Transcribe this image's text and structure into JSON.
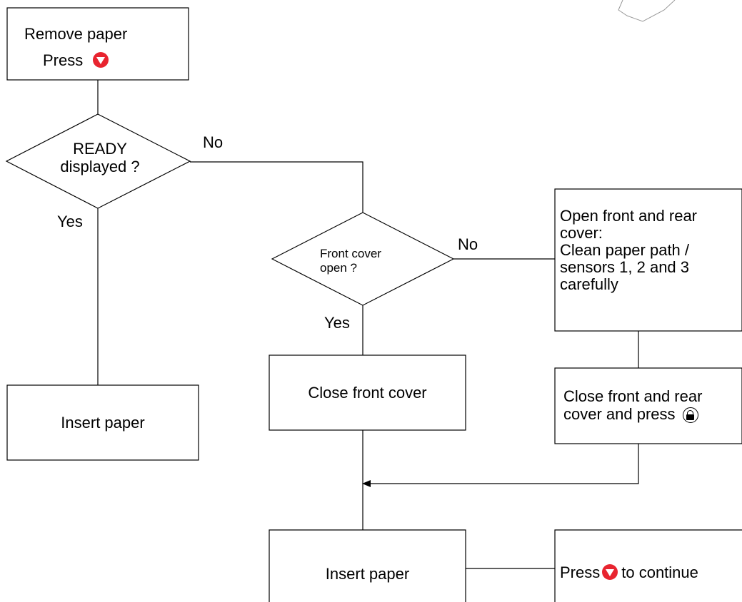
{
  "steps": {
    "remove_paper": {
      "line1": "Remove paper",
      "line2": "Press"
    },
    "ready_displayed": {
      "line1": "READY",
      "line2": "displayed ?"
    },
    "front_cover_open": {
      "line1": "Front cover",
      "line2": "open ?"
    },
    "open_covers": {
      "text": "Open front and rear\ncover:\nClean paper path /\nsensors 1, 2 and 3\ncarefully"
    },
    "close_front_cover": {
      "text": "Close front cover"
    },
    "close_front_rear": {
      "line1": "Close front and rear",
      "line2": "cover and press"
    },
    "insert_paper_left": {
      "text": "Insert paper"
    },
    "insert_paper_bottom": {
      "text": "Insert paper"
    },
    "press_continue": {
      "before": "Press",
      "after": "to continue"
    }
  },
  "edge_labels": {
    "ready_no": "No",
    "ready_yes": "Yes",
    "front_no": "No",
    "front_yes": "Yes"
  },
  "icons": {
    "continue": "red-down-triangle-button-icon",
    "lock": "lock-button-icon"
  },
  "colors": {
    "accent_red": "#e8242f",
    "line": "#000000"
  }
}
